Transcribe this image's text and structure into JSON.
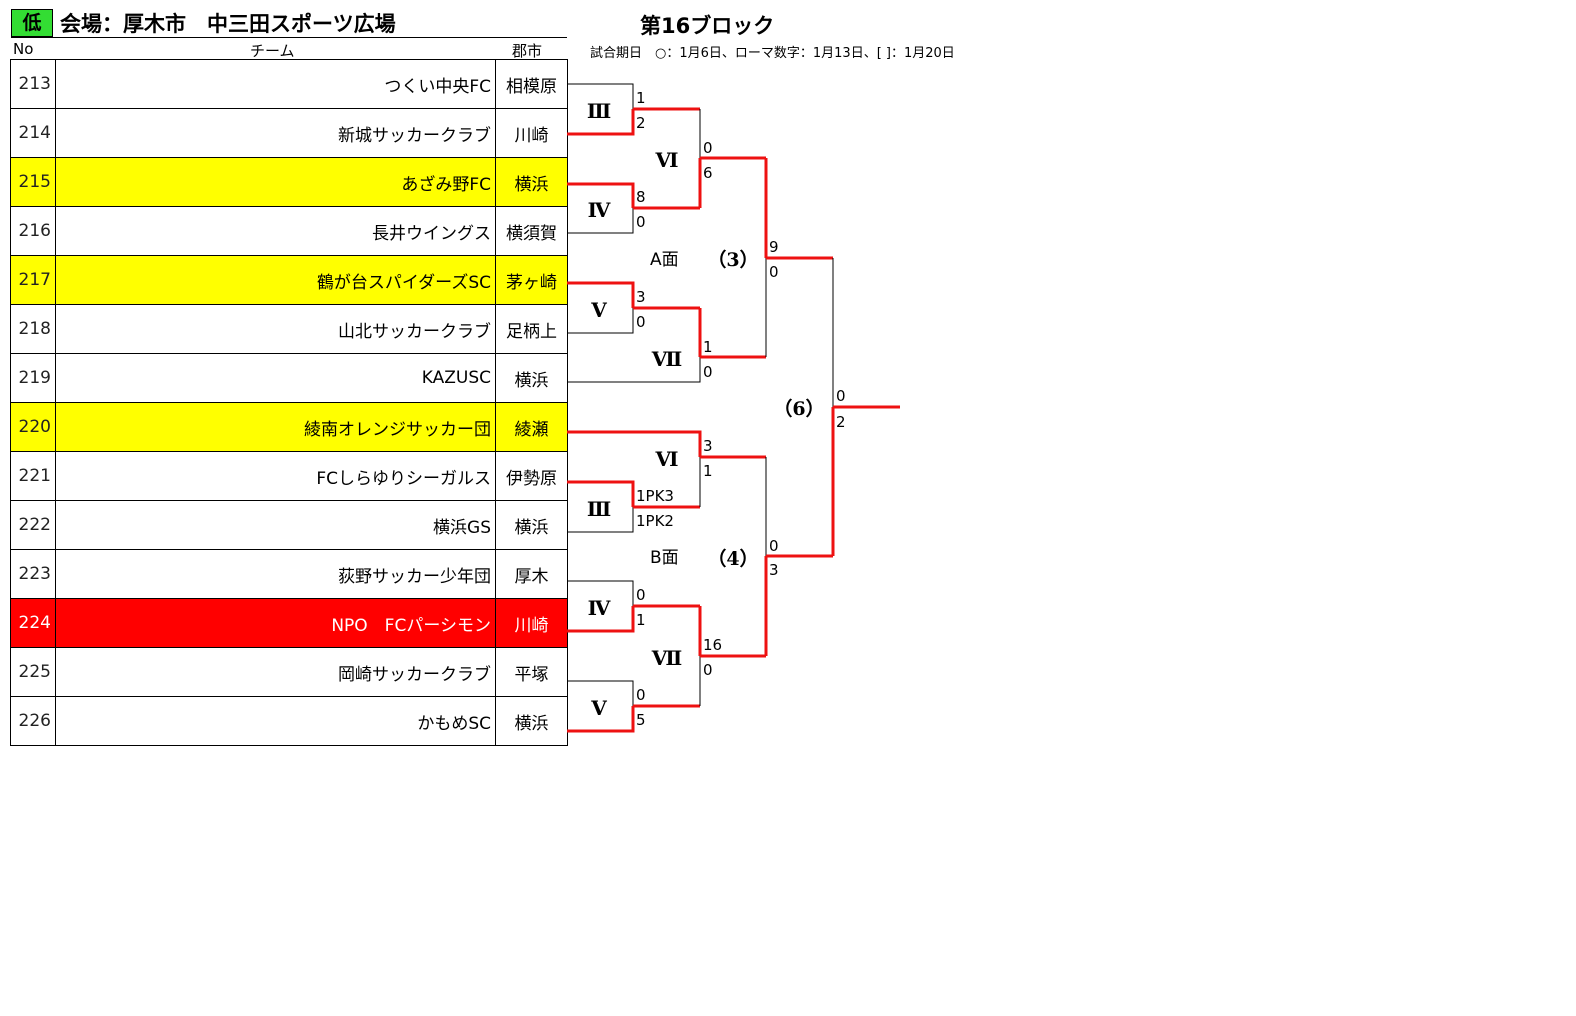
{
  "header": {
    "badge": "低",
    "venue": "会場：厚木市　中三田スポーツ広場",
    "col_no": "No",
    "col_team": "チーム",
    "col_city": "郡市",
    "block_title": "第16ブロック",
    "legend": "試合期日　○：1月6日、ローマ数字：1月13日、[ ]：1月20日"
  },
  "teams": [
    {
      "no": "213",
      "name": "つくい中央FC",
      "city": "相模原",
      "highlight": "#ffffff"
    },
    {
      "no": "214",
      "name": "新城サッカークラブ",
      "city": "川崎",
      "highlight": "#ffffff"
    },
    {
      "no": "215",
      "name": "あざみ野FC",
      "city": "横浜",
      "highlight": "#ffff00"
    },
    {
      "no": "216",
      "name": "長井ウイングス",
      "city": "横須賀",
      "highlight": "#ffffff"
    },
    {
      "no": "217",
      "name": "鶴が台スパイダーズSC",
      "city": "茅ヶ崎",
      "highlight": "#ffff00"
    },
    {
      "no": "218",
      "name": "山北サッカークラブ",
      "city": "足柄上",
      "highlight": "#ffffff"
    },
    {
      "no": "219",
      "name": "KAZUSC",
      "city": "横浜",
      "highlight": "#ffffff"
    },
    {
      "no": "220",
      "name": "綾南オレンジサッカー団",
      "city": "綾瀬",
      "highlight": "#ffff00"
    },
    {
      "no": "221",
      "name": "FCしらゆりシーガルス",
      "city": "伊勢原",
      "highlight": "#ffffff"
    },
    {
      "no": "222",
      "name": "横浜GS",
      "city": "横浜",
      "highlight": "#ffffff"
    },
    {
      "no": "223",
      "name": "荻野サッカー少年団",
      "city": "厚木",
      "highlight": "#ffffff"
    },
    {
      "no": "224",
      "name": "NPO　FCパーシモン",
      "city": "川崎",
      "highlight": "#ff0000"
    },
    {
      "no": "225",
      "name": "岡崎サッカークラブ",
      "city": "平塚",
      "highlight": "#ffffff"
    },
    {
      "no": "226",
      "name": "かもめSC",
      "city": "横浜",
      "highlight": "#ffffff"
    }
  ],
  "bracket": {
    "round_labels": [
      "Ⅲ",
      "Ⅵ",
      "Ⅳ",
      "Ⅴ",
      "Ⅶ",
      "Ⅵ",
      "Ⅲ",
      "Ⅳ",
      "Ⅶ",
      "Ⅴ"
    ],
    "scores": [
      "1",
      "2",
      "0",
      "6",
      "8",
      "0",
      "9",
      "0",
      "3",
      "0",
      "1",
      "0",
      "0",
      "2",
      "3",
      "1",
      "1PK3",
      "1PK2",
      "0",
      "3",
      "0",
      "1",
      "16",
      "0",
      "0",
      "5"
    ],
    "courts": [
      "A面",
      "B面"
    ],
    "match_numbers": [
      "（3）",
      "（4）",
      "（6）"
    ],
    "line_color": "#000000",
    "winner_color": "#ee1111"
  }
}
